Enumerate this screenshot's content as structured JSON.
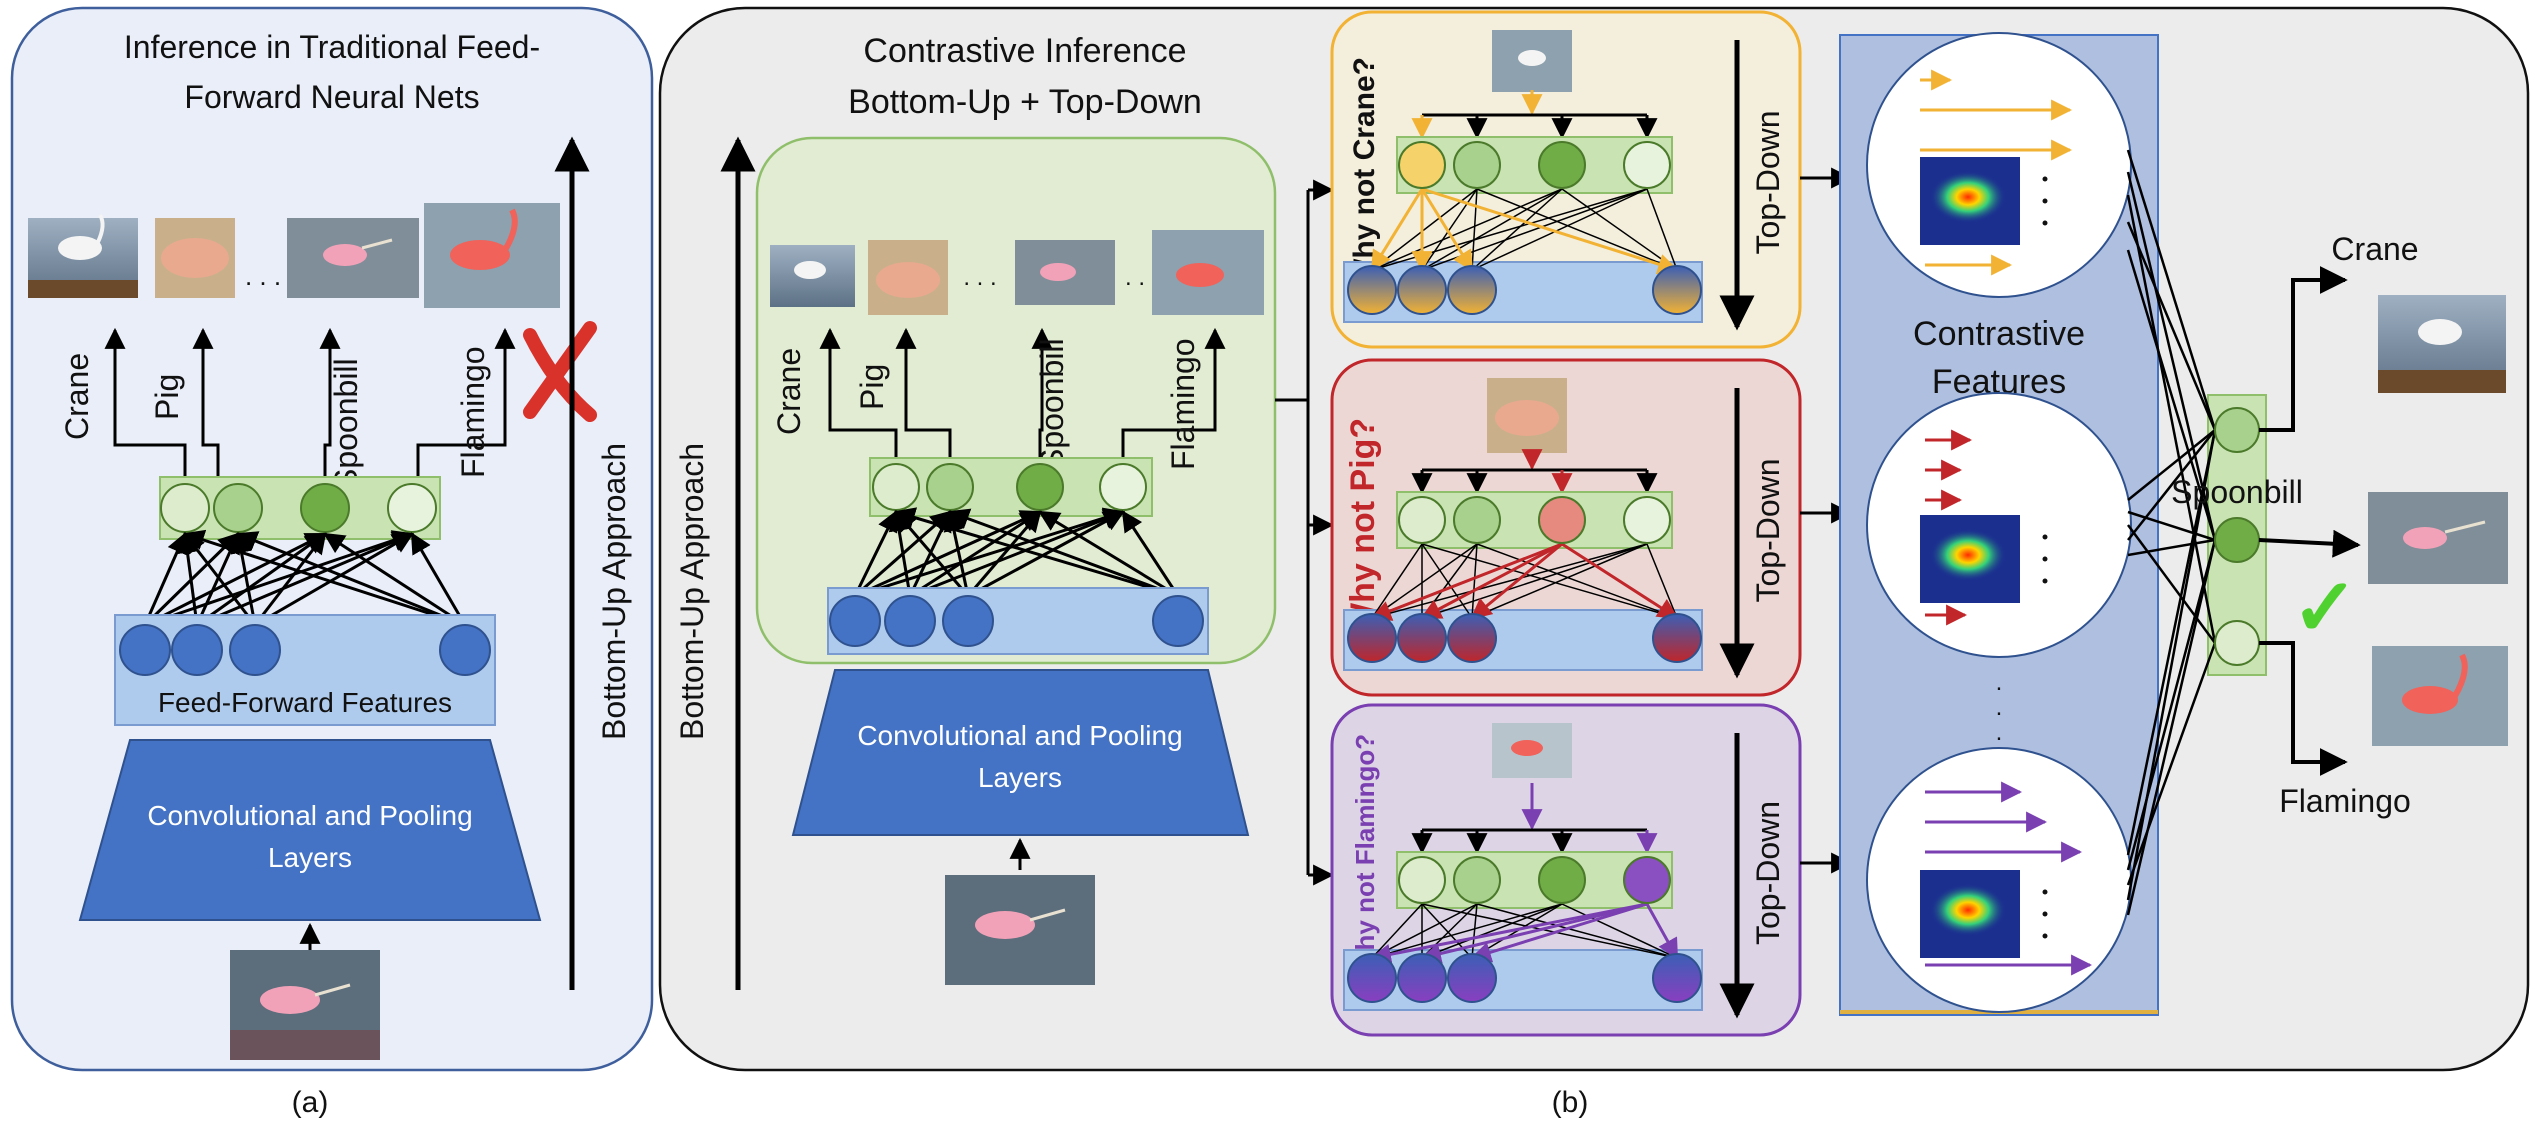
{
  "panel_a": {
    "title_line1": "Inference in Traditional Feed-",
    "title_line2": "Forward Neural Nets",
    "features_label": "Feed-Forward Features",
    "conv_line1": "Convolutional and Pooling",
    "conv_line2": "Layers",
    "approach_label": "Bottom-Up Approach",
    "classes": [
      "Crane",
      "Pig",
      "Spoonbill",
      "Flamingo"
    ],
    "ellipsis": ". . .",
    "caption": "(a)"
  },
  "panel_b": {
    "title_line1": "Contrastive Inference",
    "title_line2": "Bottom-Up + Top-Down",
    "approach_label": "Bottom-Up Approach",
    "conv_line1": "Convolutional and Pooling",
    "conv_line2": "Layers",
    "classes": [
      "Crane",
      "Pig",
      "Spoonbill",
      "Flamingo"
    ],
    "ellipsis": ". . .",
    "ellipsis_short": ". .",
    "caption": "(b)",
    "why_not": [
      {
        "label": "Why not Crane?",
        "color": "#f2b233"
      },
      {
        "label": "Why not Pig?",
        "color": "#c0262a"
      },
      {
        "label": "Why not Flamingo?",
        "color": "#7a3fb0"
      }
    ],
    "top_down_label": "Top-Down",
    "contrastive_line1": "Contrastive",
    "contrastive_line2": "Features",
    "vdots": ". . .",
    "outputs": {
      "crane": "Crane",
      "spoonbill": "Spoonbill",
      "flamingo": "Flamingo",
      "check": "✓"
    }
  },
  "colors": {
    "panel_a_bg": "#e9eef8",
    "panel_b_bg": "#ececec",
    "conv_blue": "#4472c4",
    "feature_band": "#aecbed",
    "node_green": "#70ad47",
    "node_light": "#dceccd",
    "fc_band": "#c9e3b3",
    "contrastive_bg": "#aebfe0"
  }
}
